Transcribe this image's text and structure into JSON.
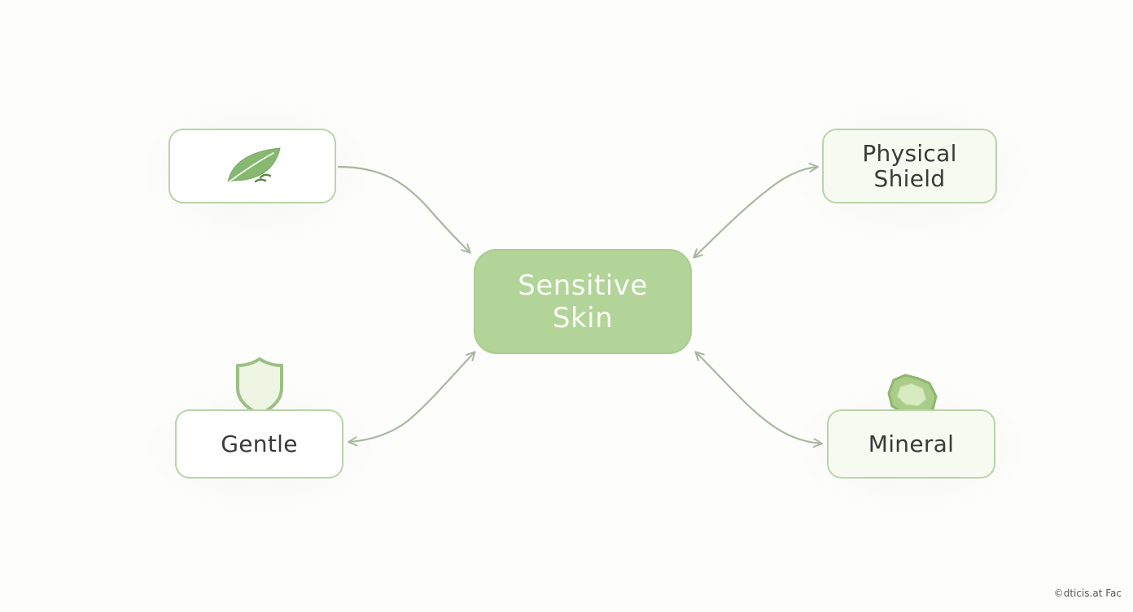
{
  "diagram": {
    "center": {
      "label": "Sensitive Skin"
    },
    "nodes": {
      "leaf": {
        "icon": "leaf-icon"
      },
      "physical_shield": {
        "label": "Physical Shield"
      },
      "gentle": {
        "label": "Gentle",
        "icon": "shield-icon"
      },
      "mineral": {
        "label": "Mineral",
        "icon": "mineral-rock-icon"
      }
    }
  },
  "watermark": "©dticis.at Fac",
  "colors": {
    "accent_green": "#b2d499",
    "node_border": "#b9d4a8",
    "arrow": "#a9b8a2",
    "text": "#3a3a3a"
  }
}
